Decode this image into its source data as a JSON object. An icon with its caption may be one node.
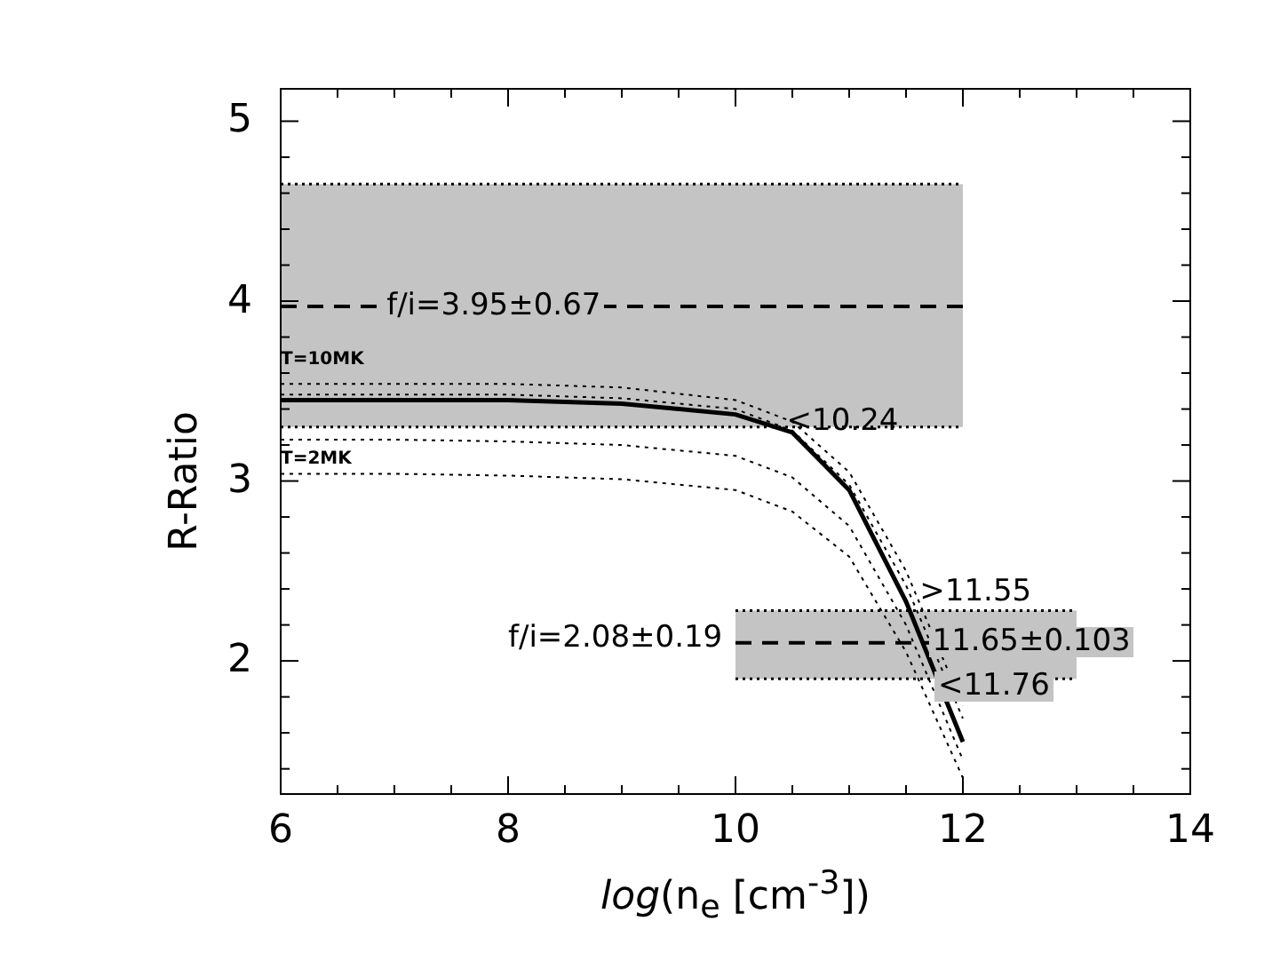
{
  "diagram": {
    "chart_data": {
      "type": "line",
      "xlabel": "*log*(n$_{e}$ [cm$^{-3}$])",
      "ylabel": "R-Ratio",
      "x": [
        6,
        7,
        8,
        9,
        10,
        10.5,
        11,
        11.5,
        12
      ],
      "series": [
        {
          "color": "#000000",
          "line_style": "dotted",
          "values": [
            3.54,
            3.54,
            3.54,
            3.52,
            3.45,
            3.33,
            3.05,
            2.5,
            1.75
          ]
        },
        {
          "color": "#000000",
          "line_style": "dotted",
          "values": [
            3.48,
            3.48,
            3.48,
            3.46,
            3.4,
            3.28,
            2.98,
            2.42,
            1.68
          ]
        },
        {
          "color": "#000000",
          "line_style": "solid",
          "values": [
            3.45,
            3.45,
            3.45,
            3.43,
            3.37,
            3.27,
            2.95,
            2.33,
            1.55
          ]
        },
        {
          "color": "#000000",
          "line_style": "dotted",
          "values": [
            3.23,
            3.23,
            3.22,
            3.2,
            3.14,
            3.02,
            2.75,
            2.2,
            1.45
          ]
        },
        {
          "color": "#000000",
          "line_style": "dotted",
          "values": [
            3.04,
            3.04,
            3.03,
            3.01,
            2.95,
            2.83,
            2.58,
            2.05,
            1.35
          ]
        }
      ],
      "xlim": [
        6,
        14
      ],
      "ylim": [
        1.26,
        5.18
      ],
      "xticks": [
        6,
        8,
        10,
        12,
        14
      ],
      "yticks": [
        2,
        3,
        4,
        5
      ],
      "bands": [
        {
          "axis": "y",
          "from": 3.3,
          "to": 4.65,
          "color": "#c4c4c4"
        },
        {
          "axis": "y",
          "from": 1.9,
          "to": 2.28,
          "color": "#c4c4c4"
        }
      ],
      "ref_lines": [
        {
          "axis": "y",
          "value": 4.65
        },
        {
          "axis": "y",
          "value": 3.97
        },
        {
          "axis": "y",
          "value": 3.3
        },
        {
          "axis": "y",
          "value": 2.28
        },
        {
          "axis": "y",
          "value": 2.1
        },
        {
          "axis": "y",
          "value": 1.9
        }
      ],
      "annotations": [
        "f/i=3.95±0.67",
        "T=10MK",
        "T=2MK",
        "<10.24",
        ">11.55",
        "f/i=2.08±0.19",
        "11.65±0.103",
        "<11.76"
      ]
    }
  }
}
